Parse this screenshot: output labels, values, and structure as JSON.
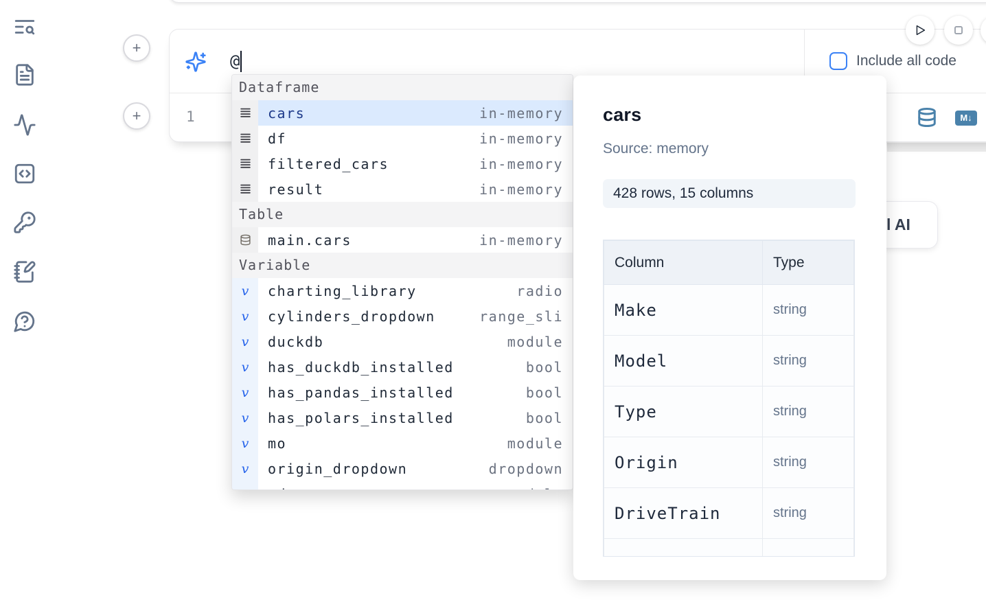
{
  "colors": {
    "accent": "#3b82f6",
    "selected_bg": "#dbeafe",
    "steel_blue": "#4a82ab",
    "icon_slate": "#64748b"
  },
  "sidebar": {
    "items": [
      {
        "icon": "text-search-icon"
      },
      {
        "icon": "file-text-icon"
      },
      {
        "icon": "activity-icon"
      },
      {
        "icon": "code-square-icon"
      },
      {
        "icon": "key-icon"
      },
      {
        "icon": "notebook-pen-icon"
      },
      {
        "icon": "help-chat-icon"
      }
    ]
  },
  "cell": {
    "ai_prompt": {
      "value": "@"
    },
    "include_all_code": {
      "label": "Include all code",
      "checked": false
    },
    "editor": {
      "line_number": "1"
    },
    "toolbar": {
      "markdown_badge": "M↓"
    }
  },
  "autocomplete": {
    "sections": [
      {
        "label": "Dataframe",
        "variant": "df",
        "items": [
          {
            "name": "cars",
            "type": "in-memory",
            "icon": "rows-icon",
            "selected": true
          },
          {
            "name": "df",
            "type": "in-memory",
            "icon": "rows-icon"
          },
          {
            "name": "filtered_cars",
            "type": "in-memory",
            "icon": "rows-icon"
          },
          {
            "name": "result",
            "type": "in-memory",
            "icon": "rows-icon"
          }
        ]
      },
      {
        "label": "Table",
        "variant": "table",
        "items": [
          {
            "name": "main.cars",
            "type": "in-memory",
            "icon": "database-icon"
          }
        ]
      },
      {
        "label": "Variable",
        "variant": "var",
        "items": [
          {
            "name": "charting_library",
            "type": "radio",
            "icon": "variable-icon"
          },
          {
            "name": "cylinders_dropdown",
            "type": "range_sli",
            "icon": "variable-icon"
          },
          {
            "name": "duckdb",
            "type": "module",
            "icon": "variable-icon"
          },
          {
            "name": "has_duckdb_installed",
            "type": "bool",
            "icon": "variable-icon"
          },
          {
            "name": "has_pandas_installed",
            "type": "bool",
            "icon": "variable-icon"
          },
          {
            "name": "has_polars_installed",
            "type": "bool",
            "icon": "variable-icon"
          },
          {
            "name": "mo",
            "type": "module",
            "icon": "variable-icon"
          },
          {
            "name": "origin_dropdown",
            "type": "dropdown",
            "icon": "variable-icon"
          },
          {
            "name": "pd",
            "type": "module",
            "icon": "variable-icon",
            "partial": true
          }
        ]
      }
    ]
  },
  "preview": {
    "title": "cars",
    "source": "Source: memory",
    "shape_badge": "428 rows, 15 columns",
    "table": {
      "headers": [
        "Column",
        "Type"
      ],
      "rows": [
        [
          "Make",
          "string"
        ],
        [
          "Model",
          "string"
        ],
        [
          "Type",
          "string"
        ],
        [
          "Origin",
          "string"
        ],
        [
          "DriveTrain",
          "string"
        ]
      ]
    }
  },
  "ai_card": {
    "visible_label": "l AI"
  }
}
